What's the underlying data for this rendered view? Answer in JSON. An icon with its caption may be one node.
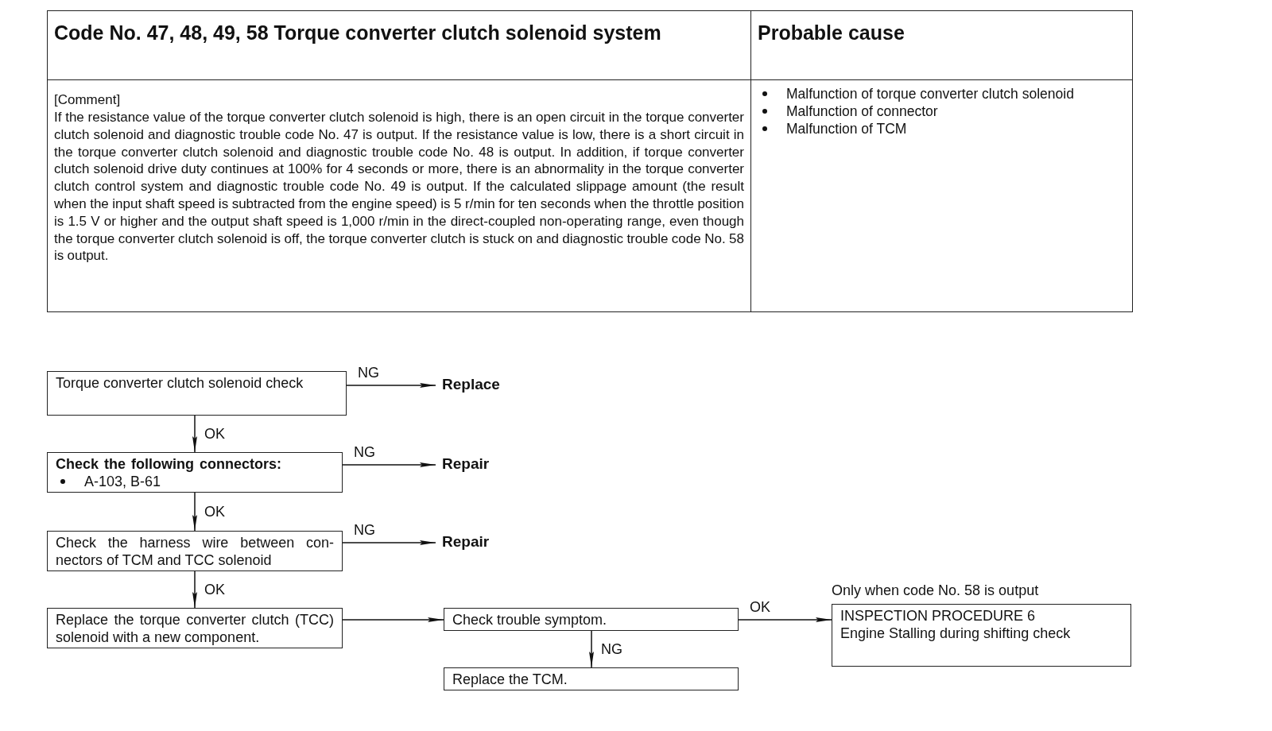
{
  "diagram": {
    "nodes": [
      {
        "text": [
          "Code No. 47, 48, 49, 58 Torque converter clutch solenoid system"
        ]
      },
      {
        "text": [
          "Probable cause"
        ]
      },
      {
        "text": [
          "[Comment]",
          "If the resistance value of the torque converter clutch solenoid is high, there is an open circuit in the torque converter clutch solenoid and diagnostic trouble code No. 47 is output. If the resistance value is low, there is a short circuit in the torque converter clutch solenoid and diagnostic trouble code No. 48 is output. In addition, if torque converter clutch solenoid drive duty continues at 100% for 4 seconds or more, there is an abnormality in the torque converter clutch control system and diagnostic trouble code No. 49 is output. If the calculated slippage amount (the result when the input shaft speed is subtracted from the engine speed) is 5 r/min for ten seconds when the throttle position is 1.5 V or higher and the output shaft speed is 1,000 r/min in the direct-coupled non-operating range, even though the torque converter clutch solenoid is off, the torque converter clutch is stuck on and diagnostic trouble code No. 58 is output."
        ]
      },
      {
        "text": [
          "Malfunction of torque converter clutch solenoid",
          "Malfunction of connector",
          "Malfunction of TCM"
        ]
      },
      {
        "text": [
          "Torque converter clutch solenoid check"
        ]
      },
      {
        "text": [
          "Replace"
        ]
      },
      {
        "text": [
          "Check the following connectors:",
          "A-103, B-61"
        ]
      },
      {
        "text": [
          "Repair"
        ]
      },
      {
        "text": [
          "Check the harness wire between con- nectors of TCM and TCC solenoid"
        ]
      },
      {
        "text": [
          "Repair"
        ]
      },
      {
        "text": [
          "Replace the torque converter clutch (TCC) solenoid with a new component."
        ]
      },
      {
        "text": [
          "Check trouble symptom."
        ]
      },
      {
        "text": [
          "Replace the TCM."
        ]
      },
      {
        "text": [
          "INSPECTION PROCEDURE 6",
          "Engine Stalling during shifting check"
        ],
        "beside": [
          "Only when code No. 58 is output"
        ]
      }
    ],
    "edges": [
      {
        "from": 4,
        "to": 5,
        "arrow": "to",
        "label": "NG"
      },
      {
        "from": 4,
        "to": 6,
        "arrow": "to",
        "label": "OK"
      },
      {
        "from": 6,
        "to": 7,
        "arrow": "to",
        "label": "NG"
      },
      {
        "from": 6,
        "to": 8,
        "arrow": "to",
        "label": "OK"
      },
      {
        "from": 8,
        "to": 9,
        "arrow": "to",
        "label": "NG"
      },
      {
        "from": 8,
        "to": 10,
        "arrow": "to",
        "label": "OK"
      },
      {
        "from": 10,
        "to": 11,
        "arrow": "to"
      },
      {
        "from": 11,
        "to": 13,
        "arrow": "to",
        "label": "OK"
      },
      {
        "from": 11,
        "to": 12,
        "arrow": "to",
        "label": "NG"
      }
    ]
  }
}
